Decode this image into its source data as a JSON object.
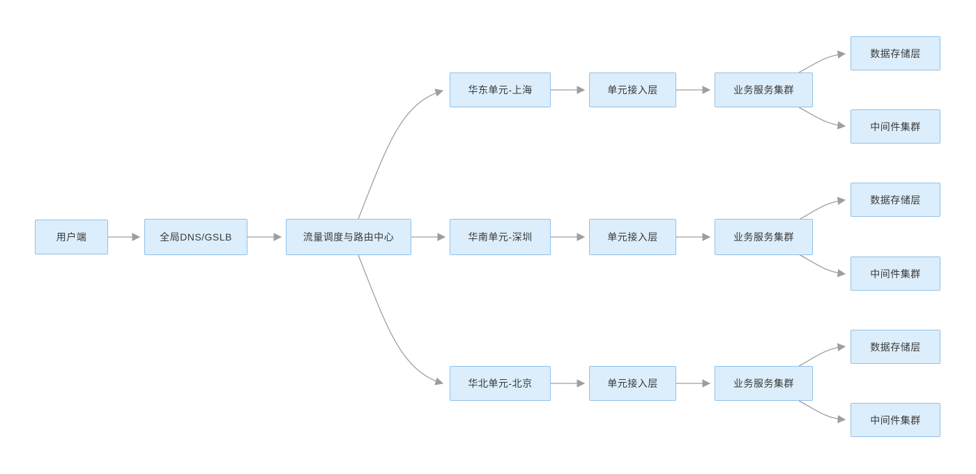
{
  "diagram": {
    "type": "flowchart",
    "direction": "left-to-right",
    "colors": {
      "background": "#ffffff",
      "node_fill": "#dceefb",
      "node_border": "#8fc0e9",
      "node_text": "#383838",
      "edge": "#9e9e9e"
    },
    "nodes": {
      "client": {
        "label": "用户端"
      },
      "gslb": {
        "label": "全局DNS/GSLB"
      },
      "router": {
        "label": "流量调度与路由中心"
      },
      "unit_east": {
        "label": "华东单元-上海"
      },
      "access_east": {
        "label": "单元接入层"
      },
      "service_east": {
        "label": "业务服务集群"
      },
      "storage_east": {
        "label": "数据存储层"
      },
      "middleware_east": {
        "label": "中间件集群"
      },
      "unit_south": {
        "label": "华南单元-深圳"
      },
      "access_south": {
        "label": "单元接入层"
      },
      "service_south": {
        "label": "业务服务集群"
      },
      "storage_south": {
        "label": "数据存储层"
      },
      "middleware_south": {
        "label": "中间件集群"
      },
      "unit_north": {
        "label": "华北单元-北京"
      },
      "access_north": {
        "label": "单元接入层"
      },
      "service_north": {
        "label": "业务服务集群"
      },
      "storage_north": {
        "label": "数据存储层"
      },
      "middleware_north": {
        "label": "中间件集群"
      }
    },
    "edges": [
      {
        "from": "client",
        "to": "gslb"
      },
      {
        "from": "gslb",
        "to": "router"
      },
      {
        "from": "router",
        "to": "unit_east"
      },
      {
        "from": "router",
        "to": "unit_south"
      },
      {
        "from": "router",
        "to": "unit_north"
      },
      {
        "from": "unit_east",
        "to": "access_east"
      },
      {
        "from": "access_east",
        "to": "service_east"
      },
      {
        "from": "service_east",
        "to": "storage_east"
      },
      {
        "from": "service_east",
        "to": "middleware_east"
      },
      {
        "from": "unit_south",
        "to": "access_south"
      },
      {
        "from": "access_south",
        "to": "service_south"
      },
      {
        "from": "service_south",
        "to": "storage_south"
      },
      {
        "from": "service_south",
        "to": "middleware_south"
      },
      {
        "from": "unit_north",
        "to": "access_north"
      },
      {
        "from": "access_north",
        "to": "service_north"
      },
      {
        "from": "service_north",
        "to": "storage_north"
      },
      {
        "from": "service_north",
        "to": "middleware_north"
      }
    ]
  }
}
